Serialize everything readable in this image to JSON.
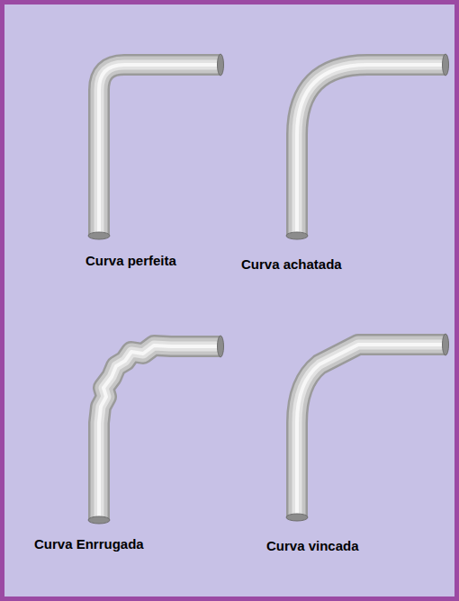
{
  "diagram": {
    "labels": [
      "Curva perfeita",
      "Curva achatada",
      "Curva Enrrugada",
      "Curva vincada"
    ]
  }
}
